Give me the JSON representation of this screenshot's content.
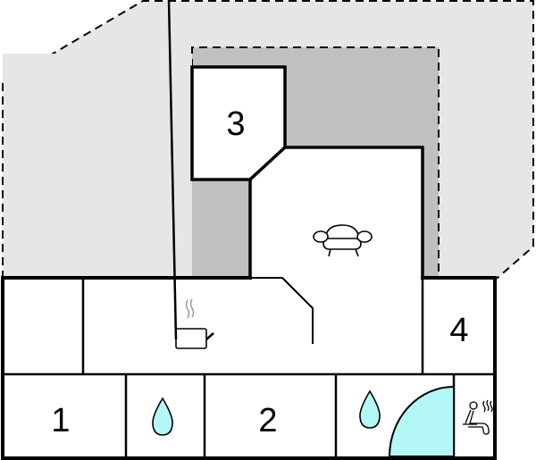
{
  "diagram": {
    "type": "floor-plan",
    "colors": {
      "terrace_light": "#e6e6e6",
      "terrace_dark": "#c0c0c0",
      "room_fill": "#ffffff",
      "wall": "#000000",
      "water": "#b3f7f7",
      "steam": "#999999"
    },
    "rooms": [
      {
        "id": "bedroom-1",
        "label": "1"
      },
      {
        "id": "bedroom-2",
        "label": "2"
      },
      {
        "id": "bedroom-3",
        "label": "3"
      },
      {
        "id": "bedroom-4",
        "label": "4"
      }
    ],
    "icons": [
      {
        "name": "sofa-icon",
        "area": "living-room"
      },
      {
        "name": "cooking-pot-icon",
        "area": "kitchen"
      },
      {
        "name": "water-drop-icon",
        "area": "bathroom-left"
      },
      {
        "name": "water-drop-icon",
        "area": "bathroom-right"
      },
      {
        "name": "sauna-icon",
        "area": "sauna"
      }
    ],
    "features": [
      {
        "name": "quarter-circle-shower",
        "area": "bathroom-right"
      },
      {
        "name": "outer-terrace-dashed",
        "area": "terrace"
      },
      {
        "name": "inner-covered-terrace-dashed",
        "area": "covered-terrace"
      }
    ]
  }
}
